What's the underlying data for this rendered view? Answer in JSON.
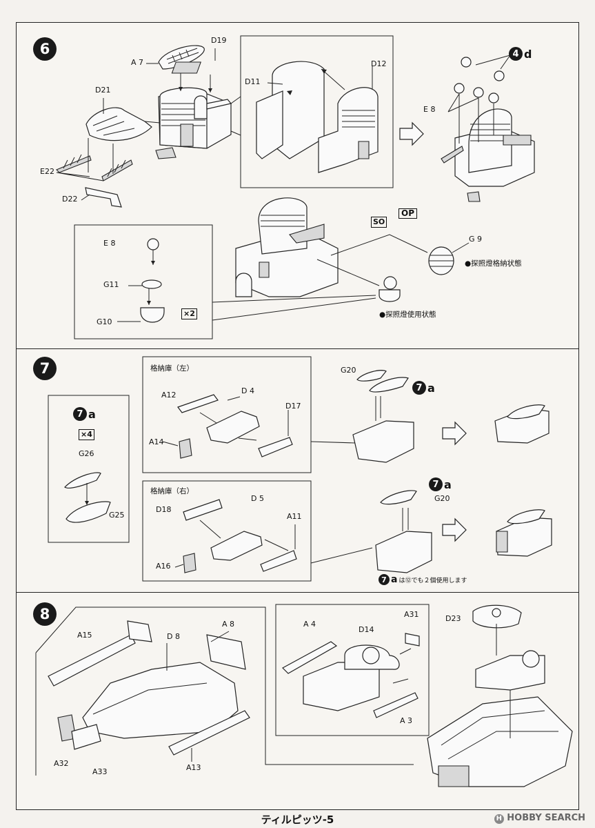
{
  "footer": {
    "title": "ティルピッツ-5"
  },
  "watermark": {
    "text": "HOBBY SEARCH",
    "logo_letter": "H"
  },
  "step6": {
    "number": "6",
    "parts": {
      "a7": "A 7",
      "d19": "D19",
      "d21": "D21",
      "d11": "D11",
      "d12": "D12",
      "e22": "E22",
      "d22": "D22",
      "e8": "E 8",
      "e8_inset": "E 8",
      "g11": "G11",
      "g10": "G10",
      "g9": "G 9"
    },
    "sub": {
      "number": "4",
      "letter": "d"
    },
    "multiplier": "×2",
    "badge_so": "SO",
    "badge_op": "OP",
    "note_stowed": "●探照燈格納状態",
    "note_inuse": "●探照燈使用状態"
  },
  "step7": {
    "number": "7",
    "sub_letter": "a",
    "sub_number": "7",
    "multiplier": "×4",
    "parts": {
      "g26": "G26",
      "g25": "G25",
      "a12": "A12",
      "d4": "D 4",
      "d17": "D17",
      "a14": "A14",
      "d18": "D18",
      "d5": "D 5",
      "a11": "A11",
      "a16": "A16",
      "g20_top": "G20",
      "g20_mid": "G20"
    },
    "left_hangar": "格納庫（左）",
    "right_hangar": "格納庫（右）",
    "note_prefix": "は",
    "note_ref": "⑫",
    "note_suffix": "でも２個使用します"
  },
  "step8": {
    "number": "8",
    "parts": {
      "a15": "A15",
      "d8": "D 8",
      "a8": "A 8",
      "a32": "A32",
      "a33": "A33",
      "a13": "A13",
      "a4": "A 4",
      "d14": "D14",
      "a31": "A31",
      "a3": "A 3",
      "d23": "D23"
    }
  }
}
